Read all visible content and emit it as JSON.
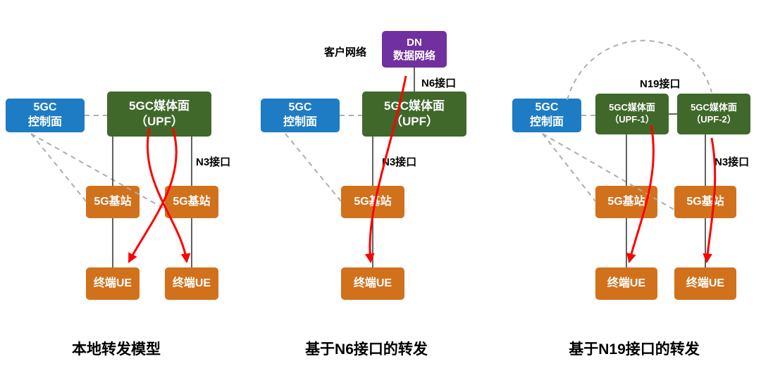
{
  "colors": {
    "blue": "#1d7cc4",
    "green": "#40682b",
    "orange": "#d2711c",
    "purple": "#7030a0",
    "red": "#fe0000",
    "dash": "#adadad",
    "wire": "#3a3a3a",
    "text": "#000000"
  },
  "panels": {
    "local": {
      "title": "本地转发模型",
      "control_plane": {
        "line1": "5GC",
        "line2": "控制面"
      },
      "upf": {
        "line1": "5GC媒体面",
        "line2": "（UPF）"
      },
      "bs_left": "5G基站",
      "bs_right": "5G基站",
      "ue_left": "终端UE",
      "ue_right": "终端UE",
      "n3_label": "N3接口"
    },
    "n6": {
      "title": "基于N6接口的转发",
      "dn": {
        "line1": "DN",
        "line2": "数据网络"
      },
      "customer_label": "客户网络",
      "n6_label": "N6接口",
      "control_plane": {
        "line1": "5GC",
        "line2": "控制面"
      },
      "upf": {
        "line1": "5GC媒体面",
        "line2": "（UPF）"
      },
      "bs": "5G基站",
      "ue": "终端UE",
      "n3_label": "N3接口"
    },
    "n19": {
      "title": "基于N19接口的转发",
      "control_plane": {
        "line1": "5GC",
        "line2": "控制面"
      },
      "upf1": {
        "line1": "5GC媒体面",
        "line2": "（UPF-1）"
      },
      "upf2": {
        "line1": "5GC媒体面",
        "line2": "（UPF-2）"
      },
      "n19_label": "N19接口",
      "bs_left": "5G基站",
      "bs_right": "5G基站",
      "ue_left": "终端UE",
      "ue_right": "终端UE",
      "n3_label": "N3接口"
    }
  }
}
